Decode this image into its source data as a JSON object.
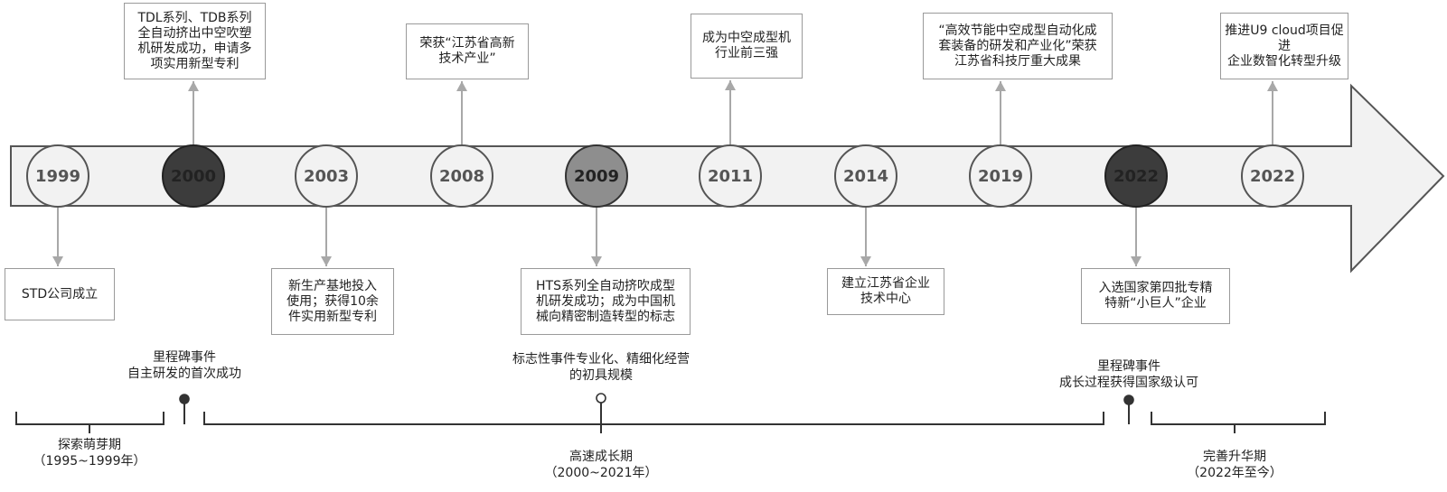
{
  "milestones": [
    {
      "year": "1999",
      "style": "light",
      "pos": "below",
      "text": "STD公司成立"
    },
    {
      "year": "2000",
      "style": "dark",
      "pos": "above",
      "text": "TDL系列、TDB系列\n全自动挤出中空吹塑\n机研发成功，申请多\n项实用新型专利"
    },
    {
      "year": "2003",
      "style": "light",
      "pos": "below",
      "text": "新生产基地投入\n使用；获得10余\n件实用新型专利"
    },
    {
      "year": "2008",
      "style": "light",
      "pos": "above",
      "text": "荣获“江苏省高新\n技术产业”"
    },
    {
      "year": "2009",
      "style": "mid",
      "pos": "below",
      "text": "HTS系列全自动挤吹成型\n机研发成功；成为中国机\n械向精密制造转型的标志"
    },
    {
      "year": "2011",
      "style": "light",
      "pos": "above",
      "text": "成为中空成型机\n行业前三强"
    },
    {
      "year": "2014",
      "style": "light",
      "pos": "below",
      "text": "建立江苏省企业\n技术中心"
    },
    {
      "year": "2019",
      "style": "light",
      "pos": "above",
      "text": "“高效节能中空成型自动化成\n套装备的研发和产业化”荣获\n江苏省科技厅重大成果"
    },
    {
      "year": "2022",
      "style": "dark",
      "pos": "below",
      "text": "入选国家第四批专精\n特新“小巨人”企业"
    },
    {
      "year": "2022",
      "style": "light",
      "pos": "above",
      "text": "推进U9 cloud项目促进\n企业数智化转型升级"
    }
  ],
  "annotations": [
    {
      "text": "里程碑事件\n自主研发的首次成功",
      "marker": "filled"
    },
    {
      "text": "标志性事件专业化、精细化经营\n的初具规模",
      "marker": "hollow"
    },
    {
      "text": "里程碑事件\n成长过程获得国家级认可",
      "marker": "filled"
    }
  ],
  "phases": [
    {
      "name": "探索萌芽期",
      "range": "（1995~1999年）"
    },
    {
      "name": "高速成长期",
      "range": "（2000~2021年）"
    },
    {
      "name": "完善升华期",
      "range": "（2022年至今）"
    }
  ],
  "colors": {
    "arrow_fill": "#f2f2f2",
    "arrow_stroke": "#555555",
    "dark_node": "#3c3c3c",
    "mid_node": "#8e8e8e",
    "connector": "#a8a8a8",
    "box_border": "#9a9a9a"
  }
}
